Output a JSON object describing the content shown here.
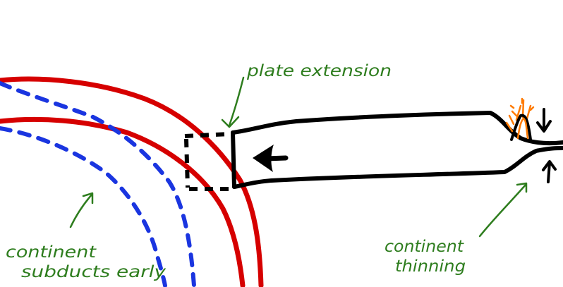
{
  "colors": {
    "annotation": "#2e7d1e",
    "plate_outline": "#d60000",
    "dashed_boundary": "#1a35e0",
    "ink": "#000000",
    "volcano": "#ff7a00",
    "background": "#ffffff"
  },
  "labels": {
    "plate_extension": "plate extension",
    "continent_subducts_line1": "continent",
    "continent_subducts_line2": "subducts early",
    "continent_thinning_line1": "continent",
    "continent_thinning_line2": "thinning"
  },
  "icons": {
    "motion_arrow": "left-arrow-icon",
    "volcano": "volcano-icon",
    "down_arrow": "down-arrow-icon",
    "up_arrow": "up-arrow-icon"
  }
}
